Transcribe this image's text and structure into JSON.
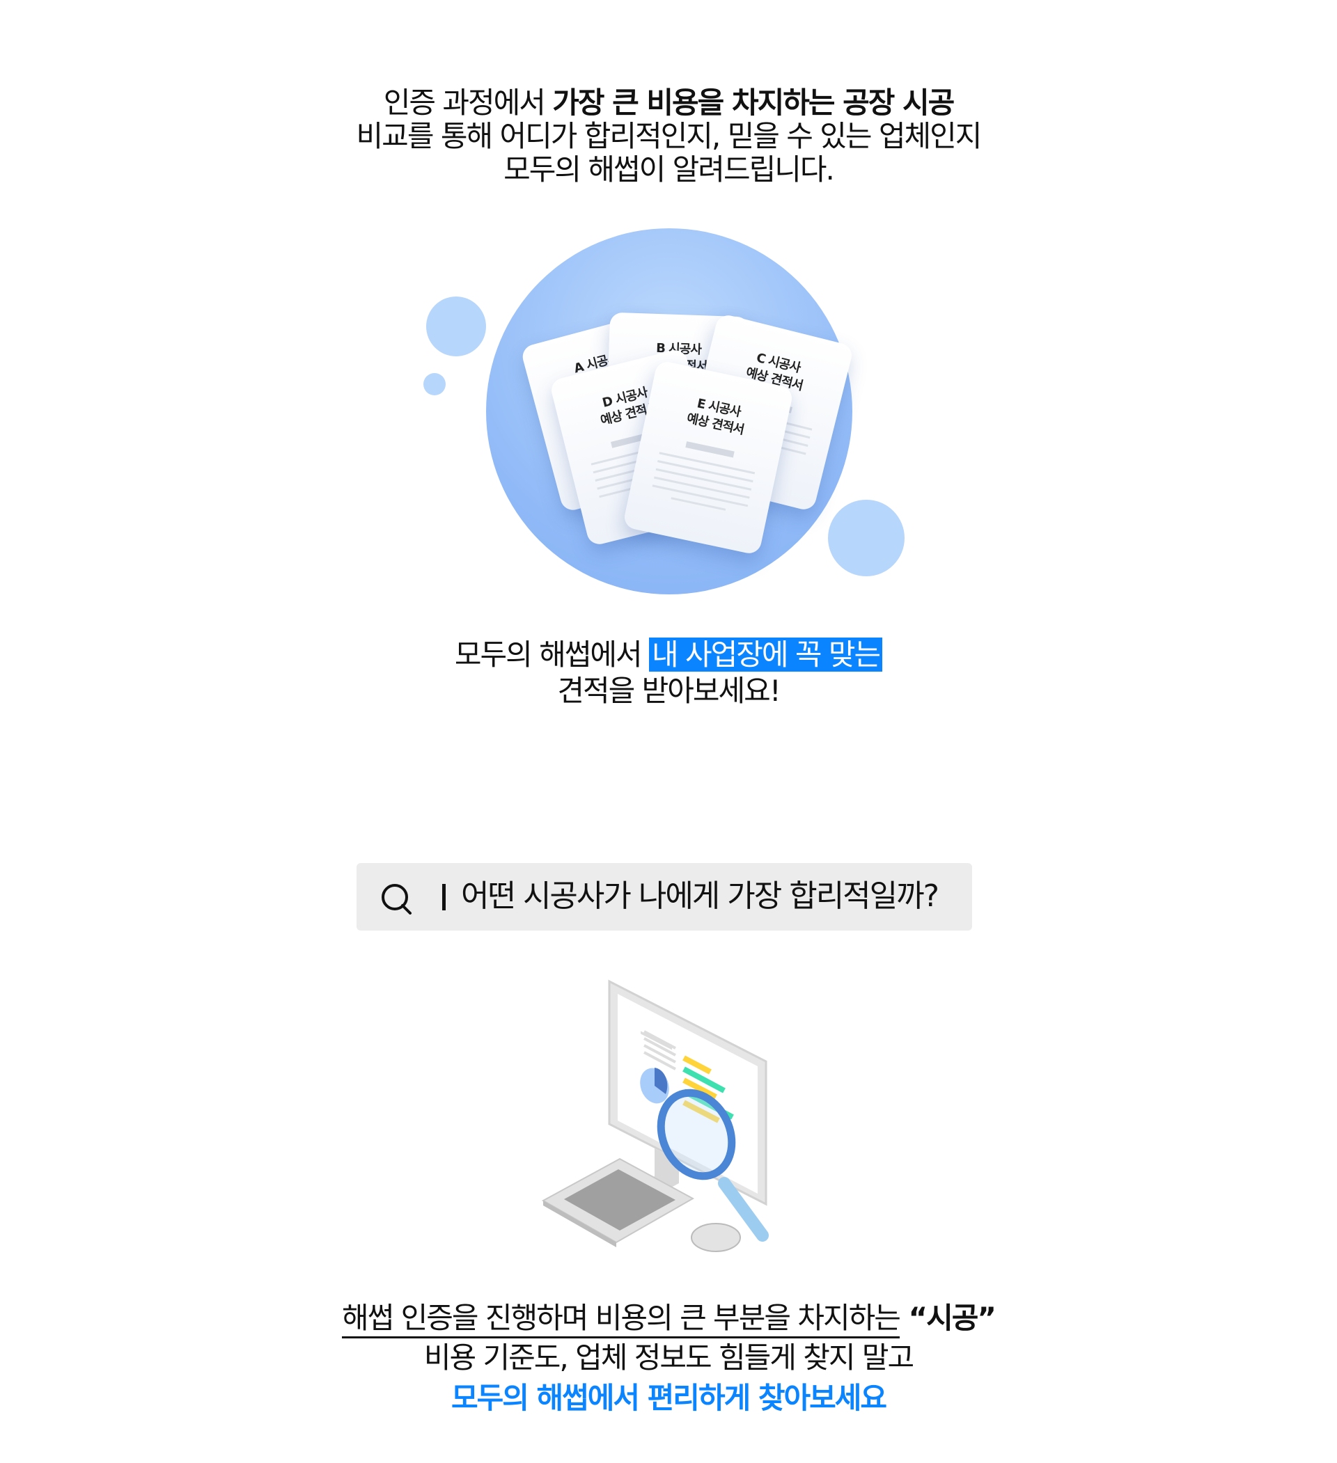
{
  "intro": {
    "line1_normal": "인증 과정에서 ",
    "line1_bold": "가장 큰 비용을 차지하는 공장 시공",
    "line2": "비교를 통해 어디가 합리적인지, 믿을 수 있는 업체인지",
    "line3": "모두의 해썹이 알려드립니다."
  },
  "documents": [
    {
      "title": "A 시공사",
      "subtitle": "예상 견적서"
    },
    {
      "title": "B 시공사",
      "subtitle": "예상 견적서"
    },
    {
      "title": "C 시공사",
      "subtitle": "예상 견적서"
    },
    {
      "title": "D 시공사",
      "subtitle": "예상 견적서"
    },
    {
      "title": "E 시공사",
      "subtitle": "예상 견적서"
    }
  ],
  "estimate": {
    "line1_normal": "모두의 해썹에서 ",
    "line1_highlight": "내 사업장에 꼭 맞는",
    "line2": "견적을 받아보세요!"
  },
  "search": {
    "icon": "search-icon",
    "query": "어떤 시공사가 나에게 가장 합리적일까?"
  },
  "closing": {
    "line1_underlined": "해썹 인증을 진행하며 비용의 큰 부분을 차지하는",
    "line1_bold": " “시공”",
    "line2": "비용 기준도, 업체 정보도 힘들게 찾지 말고",
    "line3": "모두의 해썹에서 편리하게 찾아보세요"
  },
  "colors": {
    "accent": "#0a84ff",
    "circle": "#a9cdfb",
    "search_bg": "#ececec"
  }
}
